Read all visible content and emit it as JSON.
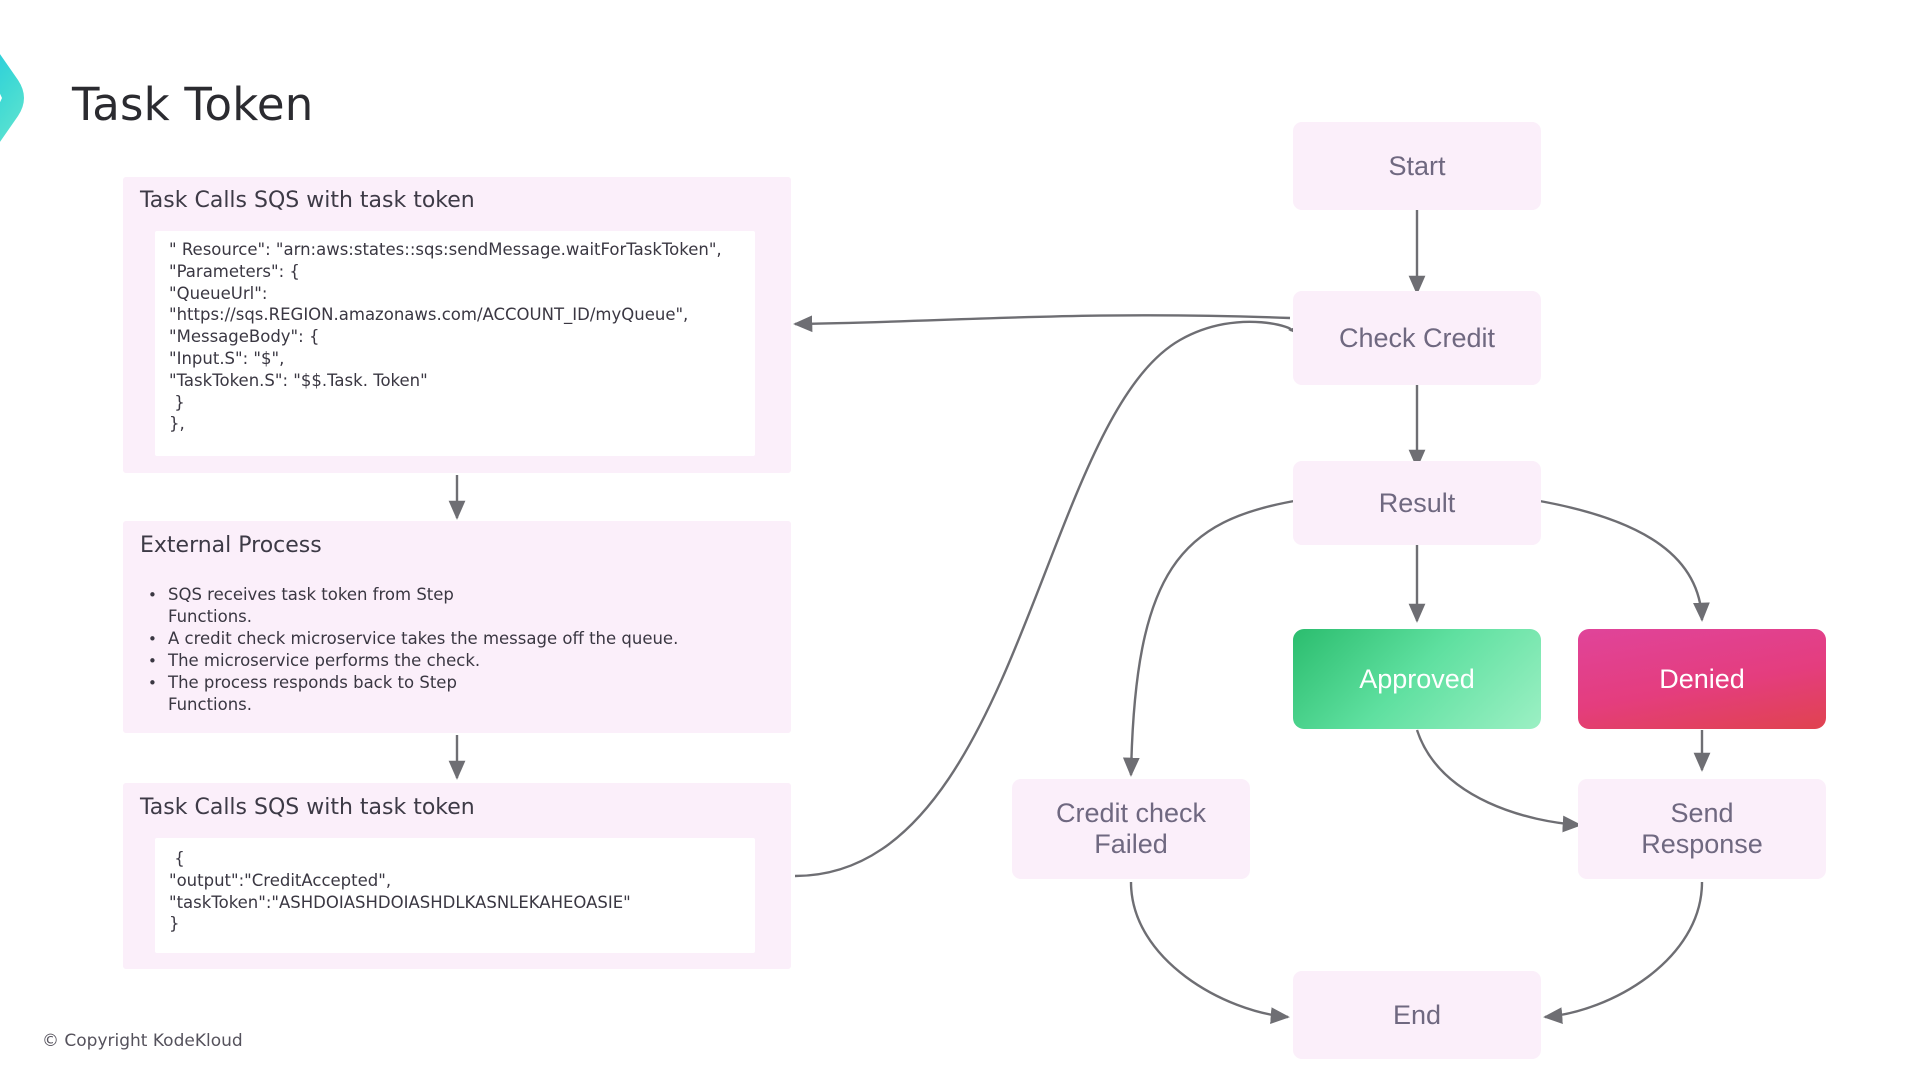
{
  "slide": {
    "title": "Task Token",
    "copyright": "© Copyright KodeKloud",
    "accent_teal": "#3fd9d4",
    "accent_panel": "#fbeffa",
    "accent_green": "#3fcb84",
    "accent_pink": "#e2407f",
    "connector_color": "#6e6e73",
    "node_text_color": "#6f6880"
  },
  "panels": [
    {
      "heading": "Task Calls SQS with task token",
      "code_lines": [
        "\" Resource\": \"arn:aws:states::sqs:sendMessage.waitForTaskToken\",",
        "\"Parameters\": {",
        "\"QueueUrl\":",
        "\"https://sqs.REGION.amazonaws.com/ACCOUNT_ID/myQueue\",",
        "\"MessageBody\": {",
        "\"Input.S\": \"$\",",
        "\"TaskToken.S\": \"$$.Task. Token\"",
        " }",
        "},"
      ]
    },
    {
      "heading": "External Process",
      "bullets": [
        "SQS receives task token from Step\nFunctions.",
        "A credit check microservice takes the message off the queue.",
        "The microservice performs the check.",
        "The process responds back to Step\nFunctions."
      ]
    },
    {
      "heading": "Task Calls SQS with task token",
      "code_lines": [
        " {",
        "\"output\":\"CreditAccepted\",",
        "\"taskToken\":\"ASHDOIASHDOIASHDLKASNLEKAHEOASIE\"",
        "}"
      ]
    }
  ],
  "flow": {
    "nodes": [
      {
        "id": "start",
        "label": "Start"
      },
      {
        "id": "check-credit",
        "label": "Check Credit"
      },
      {
        "id": "result",
        "label": "Result"
      },
      {
        "id": "approved",
        "label": "Approved"
      },
      {
        "id": "denied",
        "label": "Denied"
      },
      {
        "id": "credit-check-failed",
        "label": "Credit check\nFailed"
      },
      {
        "id": "send-response",
        "label": "Send\nResponse"
      },
      {
        "id": "end",
        "label": "End"
      }
    ]
  }
}
